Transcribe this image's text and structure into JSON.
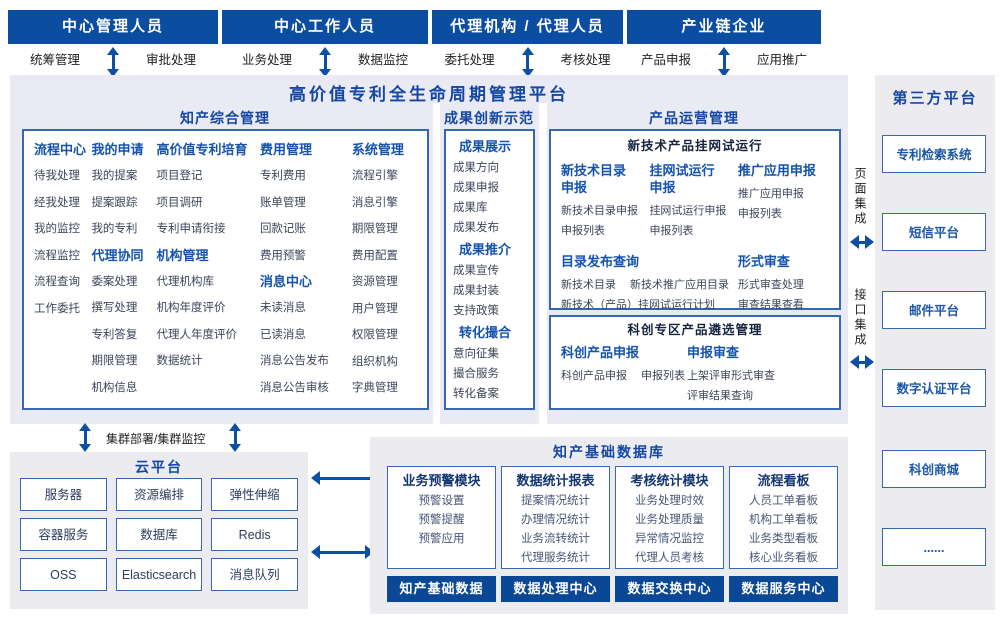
{
  "colors": {
    "banner_blue": "#0b4da1",
    "accent_blue": "#1553ae",
    "title_blue": "#1547a3",
    "arrow_blue": "#0d4fa5",
    "box_border_blue": "#3568b0",
    "dark_header": "#16233f",
    "footer_blue": "#0a4795",
    "main_panel_bg": "#e9eaf4",
    "side_panel_bg": "#ececf0"
  },
  "actors": [
    {
      "name": "中心管理人员",
      "left_label": "统筹管理",
      "right_label": "审批处理"
    },
    {
      "name": "中心工作人员",
      "left_label": "业务处理",
      "right_label": "数据监控"
    },
    {
      "name": "代理机构 / 代理人员",
      "left_label": "委托处理",
      "right_label": "考核处理"
    },
    {
      "name": "产业链企业",
      "left_label": "产品申报",
      "right_label": "应用推广"
    }
  ],
  "platform": {
    "title": "高价值专利全生命周期管理平台",
    "ip_mgmt": {
      "title": "知产综合管理",
      "columns": [
        {
          "groups": [
            {
              "title": "流程中心",
              "items": [
                "待我处理",
                "经我处理",
                "我的监控",
                "流程监控",
                "流程查询",
                "工作委托"
              ]
            }
          ]
        },
        {
          "groups": [
            {
              "title": "我的申请",
              "items": [
                "我的提案",
                "提案跟踪",
                "我的专利"
              ]
            },
            {
              "title": "代理协同",
              "items": [
                "委案处理",
                "撰写处理",
                "专利答复",
                "期限管理",
                "机构信息"
              ]
            }
          ]
        },
        {
          "groups": [
            {
              "title": "高价值专利培育",
              "items": [
                "项目登记",
                "项目调研",
                "专利申请衔接"
              ]
            },
            {
              "title": "机构管理",
              "items": [
                "代理机构库",
                "机构年度评价",
                "代理人年度评价",
                "数据统计"
              ]
            }
          ]
        },
        {
          "groups": [
            {
              "title": "费用管理",
              "items": [
                "专利费用",
                "账单管理",
                "回款记账",
                "费用预警"
              ]
            },
            {
              "title": "消息中心",
              "items": [
                "未读消息",
                "已读消息",
                "消息公告发布",
                "消息公告审核"
              ]
            }
          ]
        },
        {
          "groups": [
            {
              "title": "系统管理",
              "items": [
                "流程引擎",
                "消息引擎",
                "期限管理",
                "费用配置",
                "资源管理",
                "用户管理",
                "权限管理",
                "组织机构",
                "字典管理"
              ]
            }
          ]
        }
      ]
    },
    "achievement": {
      "title": "成果创新示范",
      "groups": [
        {
          "title": "成果展示",
          "items": [
            "成果方向",
            "成果申报",
            "成果库",
            "成果发布"
          ]
        },
        {
          "title": "成果推介",
          "items": [
            "成果宣传",
            "成果封装",
            "支持政策"
          ]
        },
        {
          "title": "转化撮合",
          "items": [
            "意向征集",
            "撮合服务",
            "转化备案"
          ]
        }
      ]
    },
    "product_ops": {
      "title": "产品运营管理",
      "box1": {
        "title": "新技术产品挂网试运行",
        "top_groups": [
          {
            "title": "新技术目录\n申报",
            "items": [
              "新技术目录申报",
              "申报列表"
            ]
          },
          {
            "title": "挂网试运行\n申报",
            "items": [
              "挂网试运行申报",
              "申报列表"
            ]
          },
          {
            "title": "推广应用申报",
            "items": [
              "推广应用申报",
              "申报列表"
            ]
          }
        ],
        "bottom_groups": [
          {
            "title": "目录发布查询",
            "items": [
              "新技术目录",
              "新技术推广应用目录",
              "新技术（产品）挂网试运行计划"
            ]
          },
          {
            "title": "形式审查",
            "items": [
              "形式审查处理",
              "审查结果查看"
            ]
          }
        ]
      },
      "box2": {
        "title": "科创专区产品遴选管理",
        "groups": [
          {
            "title": "科创产品申报",
            "items": [
              "科创产品申报",
              "申报列表"
            ]
          },
          {
            "title": "申报审查",
            "items": [
              "上架评审形式审查",
              "评审结果查询"
            ]
          }
        ]
      }
    }
  },
  "cluster_label": "集群部署/集群监控",
  "cloud": {
    "title": "云平台",
    "services": [
      "服务器",
      "资源编排",
      "弹性伸缩",
      "容器服务",
      "数据库",
      "Redis",
      "OSS",
      "Elasticsearch",
      "消息队列"
    ]
  },
  "data_platform": {
    "title": "知产基础数据库",
    "modules": [
      {
        "title": "业务预警模块",
        "items": [
          "预警设置",
          "预警提醒",
          "预警应用"
        ]
      },
      {
        "title": "数据统计报表",
        "items": [
          "提案情况统计",
          "办理情况统计",
          "业务流转统计",
          "代理服务统计"
        ]
      },
      {
        "title": "考核统计模块",
        "items": [
          "业务处理时效",
          "业务处理质量",
          "异常情况监控",
          "代理人员考核"
        ]
      },
      {
        "title": "流程看板",
        "items": [
          "人员工单看板",
          "机构工单看板",
          "业务类型看板",
          "核心业务看板"
        ]
      }
    ],
    "centers": [
      "知产基础数据",
      "数据处理中心",
      "数据交换中心",
      "数据服务中心"
    ]
  },
  "third_party": {
    "title": "第三方平台",
    "integrations": [
      "页面集成",
      "接口集成"
    ],
    "systems": [
      "专利检索系统",
      "短信平台",
      "邮件平台",
      "数字认证平台",
      "科创商城",
      "......"
    ]
  }
}
